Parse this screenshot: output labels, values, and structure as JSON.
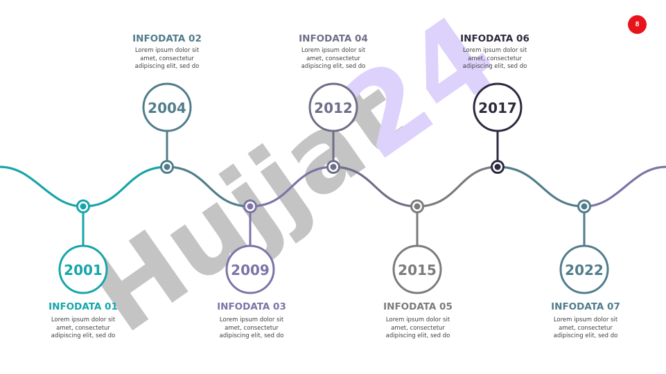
{
  "watermark": {
    "main": "Hujjat",
    "suffix": "24"
  },
  "page_number": "8",
  "colors": {
    "accent_red": "#e8141c"
  },
  "milestones": [
    {
      "year": "2001",
      "title": "INFODATA 01",
      "desc": "Lorem ipsum dolor sit amet, consectetur adipiscing elit, sed do",
      "color": "#17a5a9"
    },
    {
      "year": "2004",
      "title": "INFODATA 02",
      "desc": "Lorem ipsum dolor sit amet, consectetur adipiscing elit, sed do",
      "color": "#517d8a"
    },
    {
      "year": "2009",
      "title": "INFODATA 03",
      "desc": "Lorem ipsum dolor sit amet, consectetur adipiscing elit, sed do",
      "color": "#7d73a6"
    },
    {
      "year": "2012",
      "title": "INFODATA 04",
      "desc": "Lorem ipsum dolor sit amet, consectetur adipiscing elit, sed do",
      "color": "#6e6e88"
    },
    {
      "year": "2015",
      "title": "INFODATA 05",
      "desc": "Lorem ipsum dolor sit amet, consectetur adipiscing elit, sed do",
      "color": "#7b7b7f"
    },
    {
      "year": "2017",
      "title": "INFODATA 06",
      "desc": "Lorem ipsum dolor sit amet, consectetur adipiscing elit, sed do",
      "color": "#2c2a3e"
    },
    {
      "year": "2022",
      "title": "INFODATA 07",
      "desc": "Lorem ipsum dolor sit amet, consectetur adipiscing elit, sed do",
      "color": "#517d8a"
    }
  ]
}
